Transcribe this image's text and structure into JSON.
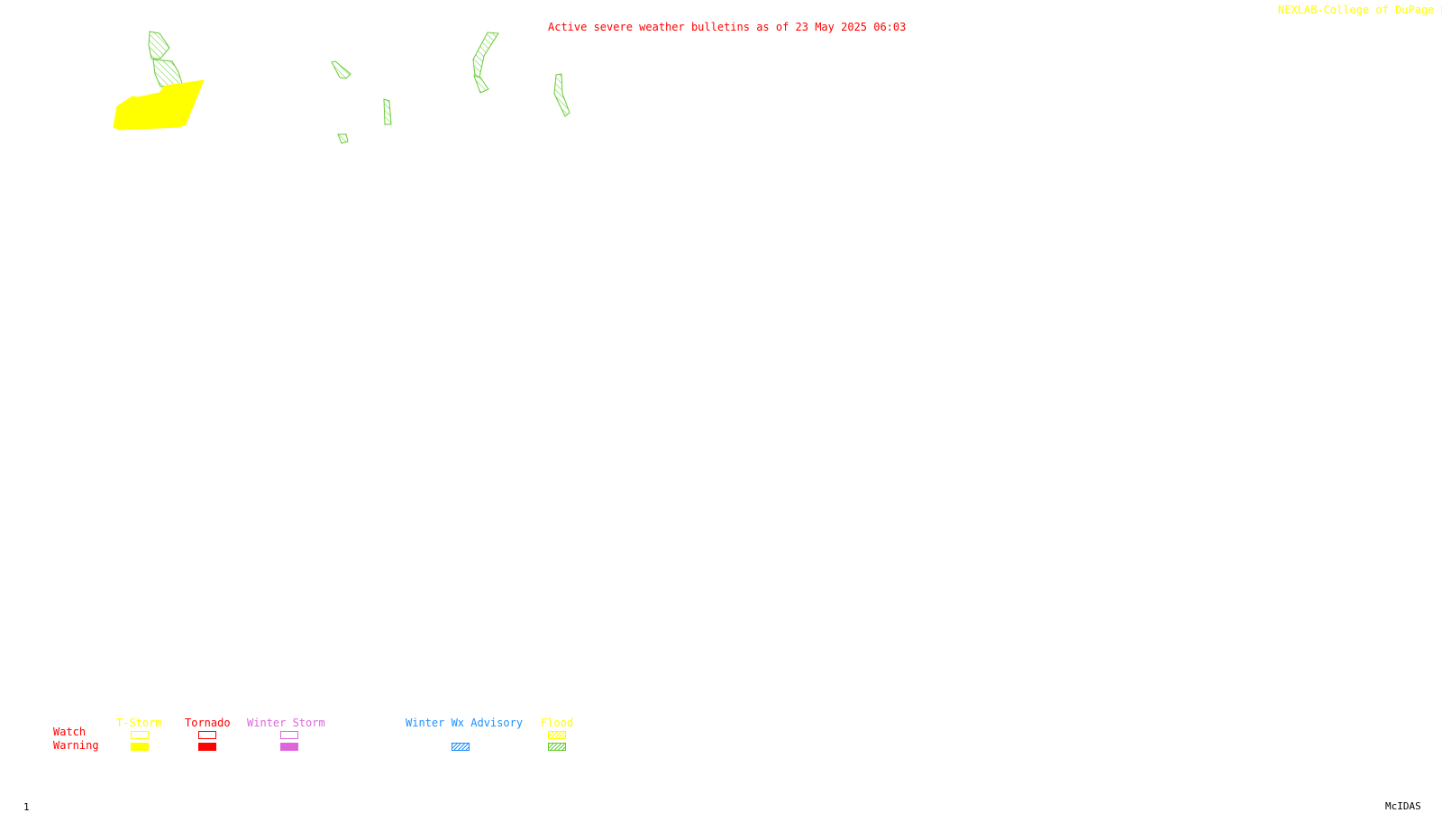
{
  "header": {
    "title": "Active severe weather bulletins as of 23 May 2025 06:03",
    "brand": "NEXLAB-College of DuPage R"
  },
  "colors": {
    "title": "#ff0000",
    "brand": "#ffff00",
    "tstorm": "#ffff00",
    "tornado": "#ff0000",
    "winter_storm": "#dd66dd",
    "winter_advisory": "#1e90ff",
    "flood": "#66cc33",
    "flood_header": "#ffff00",
    "row_labels": "#ff0000",
    "footer": "#000000"
  },
  "legend": {
    "row_watch": "Watch",
    "row_warning": "Warning",
    "tstorm": "T-Storm",
    "tornado": "Tornado",
    "winter_storm": "Winter Storm",
    "winter_advisory": "Winter Wx Advisory",
    "flood": "Flood"
  },
  "map": {
    "areas": [
      {
        "type": "flood-warning"
      },
      {
        "type": "flood-warning"
      },
      {
        "type": "tstorm-warning"
      },
      {
        "type": "flood-warning"
      },
      {
        "type": "flood-warning"
      },
      {
        "type": "flood-warning"
      },
      {
        "type": "flood-warning"
      },
      {
        "type": "flood-warning"
      },
      {
        "type": "flood-warning"
      }
    ]
  },
  "footer": {
    "frame_number": "1",
    "software": "McIDAS"
  }
}
